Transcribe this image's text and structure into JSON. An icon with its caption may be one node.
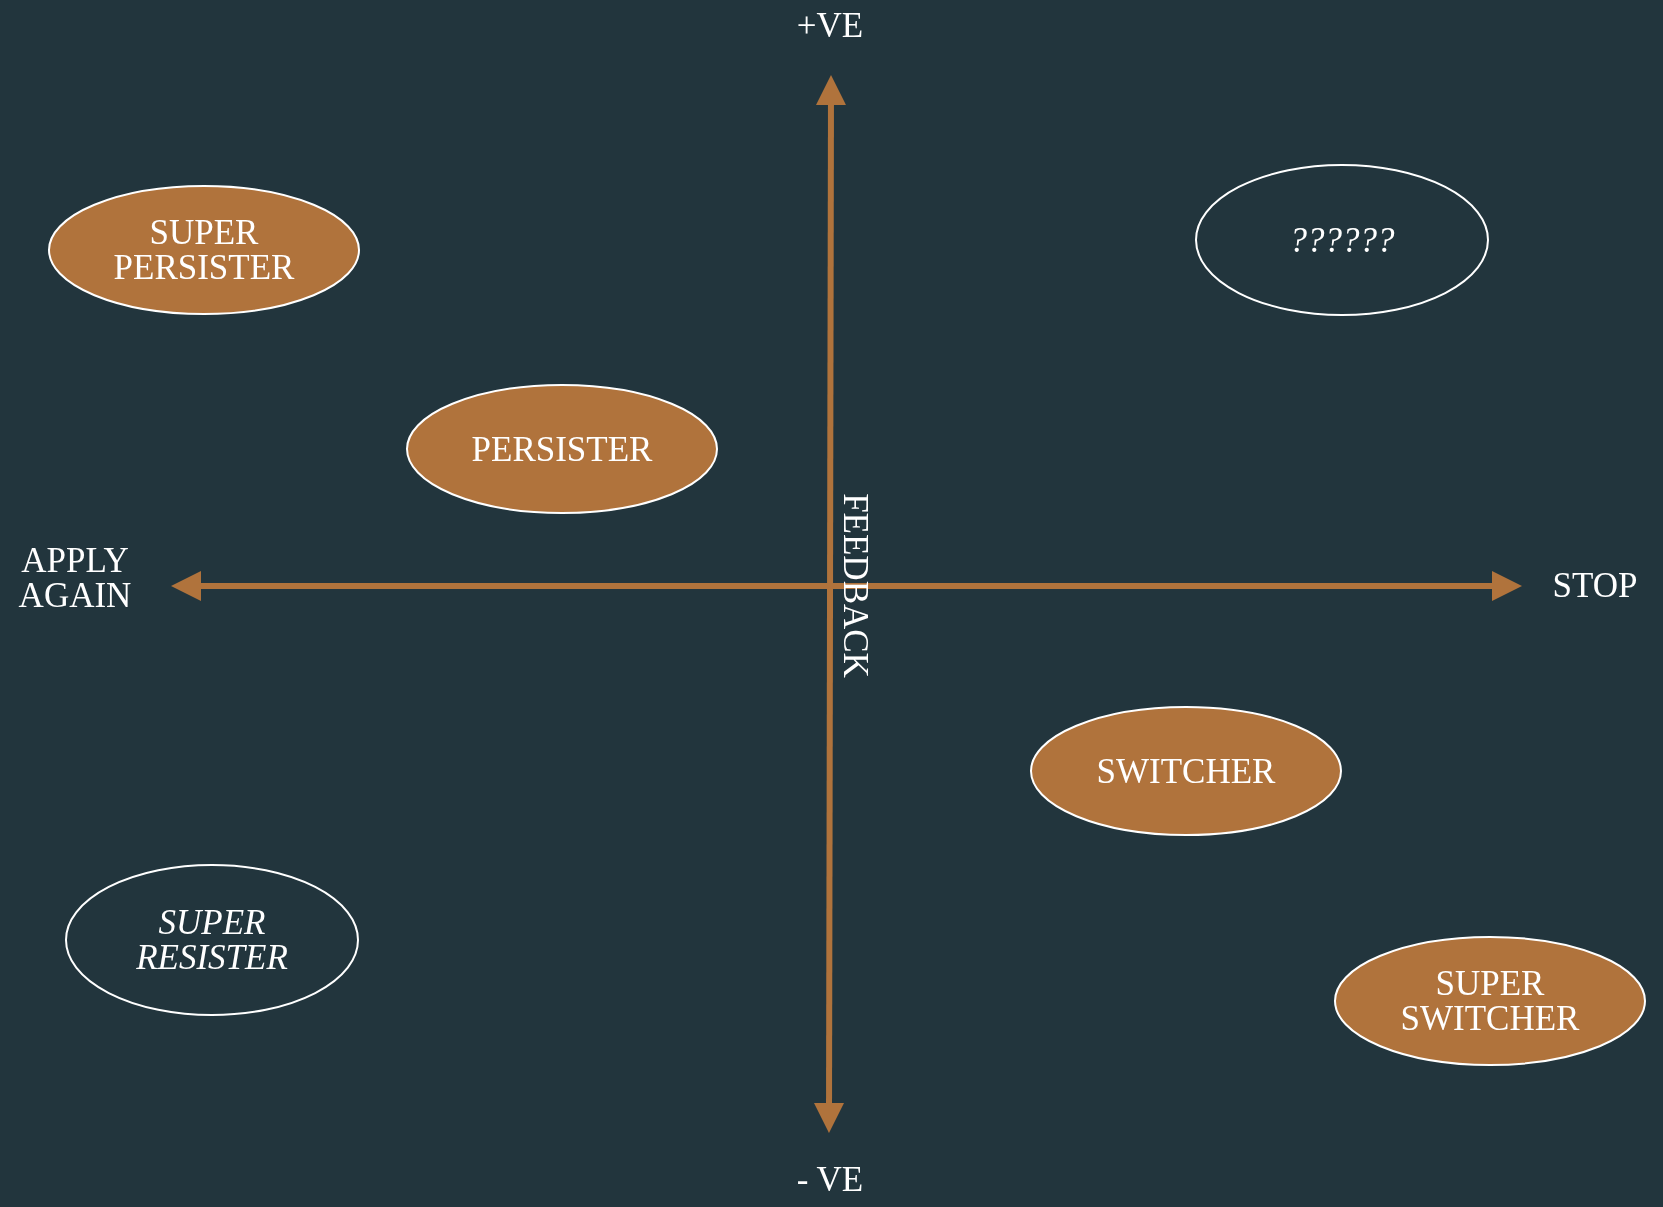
{
  "diagram": {
    "nodes": [
      {
        "text": [
          "SUPER PERSISTER"
        ]
      },
      {
        "text": [
          "??????"
        ]
      },
      {
        "text": [
          "PERSISTER"
        ]
      },
      {
        "text": [
          "SWITCHER"
        ]
      },
      {
        "text": [
          "SUPER RESISTER"
        ]
      },
      {
        "text": [
          "SUPER SWITCHER"
        ]
      }
    ],
    "edges": [],
    "labels": [
      "+VE",
      "APPLY AGAIN",
      "FEEDBACK",
      "STOP",
      "- VE"
    ]
  }
}
